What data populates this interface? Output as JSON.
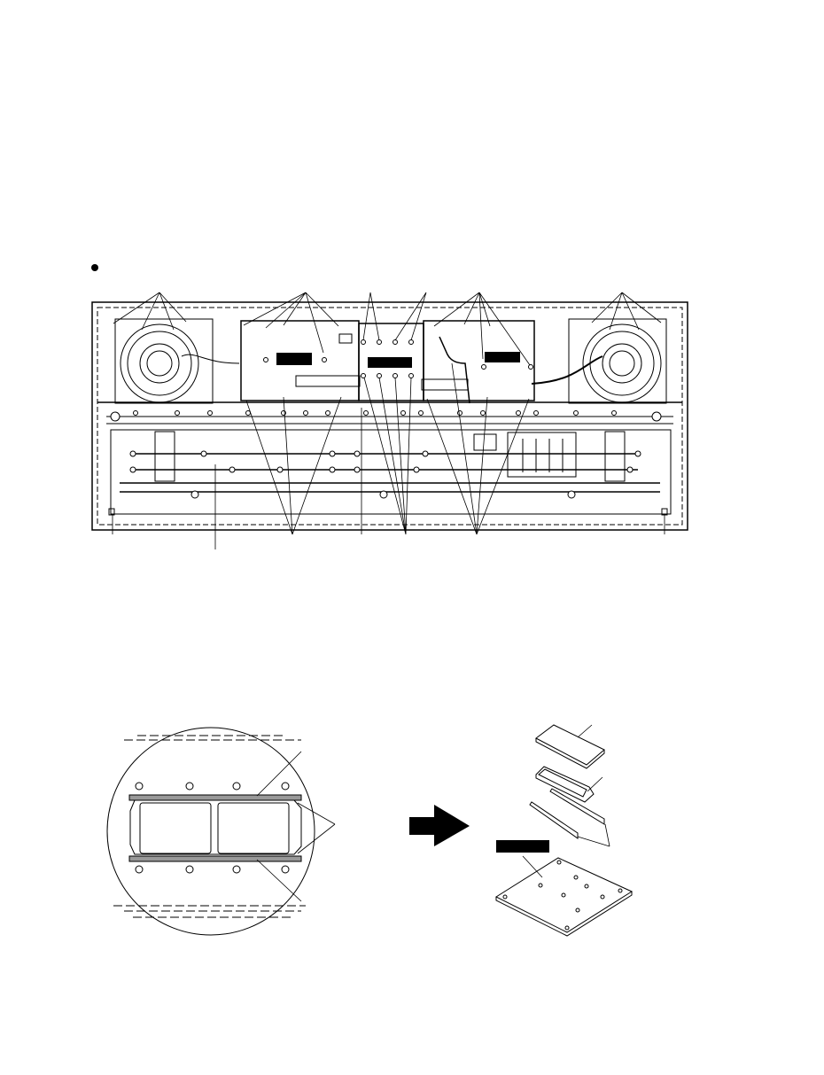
{
  "colors": {
    "ink": "#000000",
    "paper": "#ffffff",
    "label_fill": "#000000"
  },
  "figures": [
    {
      "id": "top-view",
      "parts": [
        "left-speaker",
        "right-speaker",
        "left-pcb",
        "center-pcb",
        "right-pcb",
        "keyboard-assembly",
        "battery-compartment"
      ]
    },
    {
      "id": "detail-view",
      "parts": [
        "battery-holder-detail",
        "arrow",
        "exploded-battery-cover",
        "exploded-holder",
        "exploded-rails",
        "exploded-pcb"
      ]
    }
  ]
}
